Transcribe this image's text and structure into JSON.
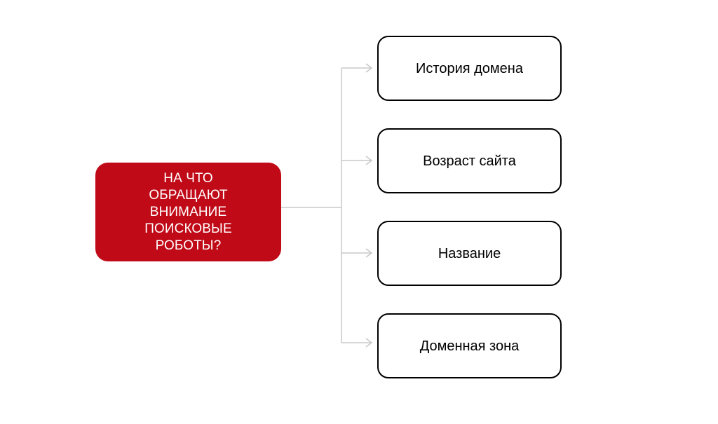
{
  "diagram": {
    "root": {
      "label": "НА ЧТО ОБРАЩАЮТ ВНИМАНИЕ ПОИСКОВЫЕ РОБОТЫ?"
    },
    "children": [
      {
        "label": "История домена"
      },
      {
        "label": "Возраст сайта"
      },
      {
        "label": "Название"
      },
      {
        "label": "Доменная зона"
      }
    ]
  },
  "colors": {
    "root_fill": "#c00a17",
    "root_text": "#ffffff",
    "child_border": "#000000",
    "connector": "#c8c8c8"
  }
}
